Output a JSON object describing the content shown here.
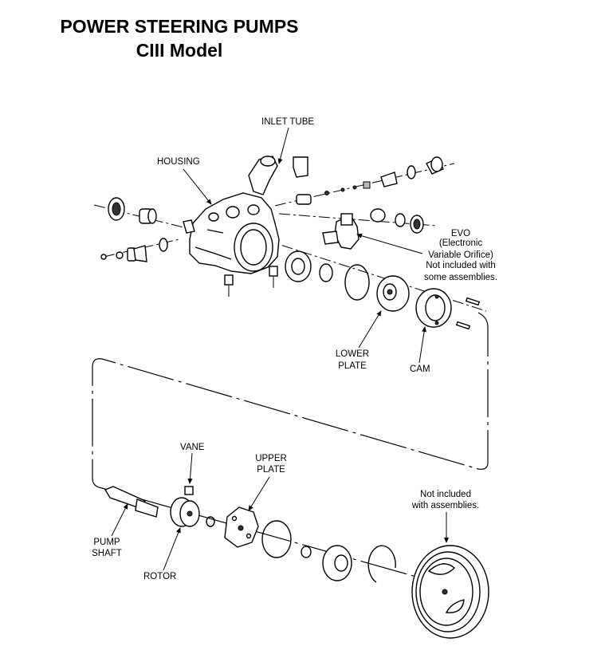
{
  "title": {
    "line1": "POWER STEERING PUMPS",
    "line2": "CIII Model"
  },
  "labels": {
    "inlet_tube": "INLET TUBE",
    "housing": "HOUSING",
    "evo": [
      "EVO",
      "(Electronic",
      "Variable Orifice)",
      "Not included with",
      "some assemblies."
    ],
    "lower_plate": [
      "LOWER",
      "PLATE"
    ],
    "cam": "CAM",
    "vane": "VANE",
    "upper_plate": [
      "UPPER",
      "PLATE"
    ],
    "not_included": [
      "Not included",
      "with assemblies."
    ],
    "pump_shaft": [
      "PUMP",
      "SHAFT"
    ],
    "rotor": "ROTOR"
  }
}
